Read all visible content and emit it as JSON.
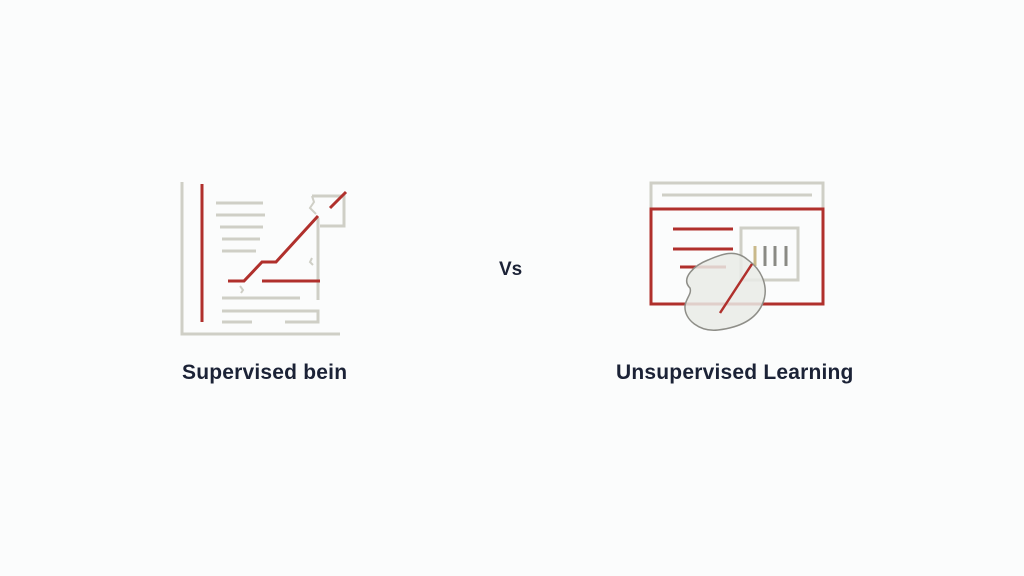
{
  "left_panel": {
    "label": "Supervised bein",
    "icon": "document-chart-trend-icon"
  },
  "separator": {
    "label": "Vs"
  },
  "right_panel": {
    "label": "Unsupervised Learning",
    "icon": "window-cluster-chart-icon"
  },
  "colors": {
    "background": "#fbfcfc",
    "accent_red": "#b0302c",
    "line_gray": "#c9c9bf",
    "text_dark": "#1b2236"
  }
}
